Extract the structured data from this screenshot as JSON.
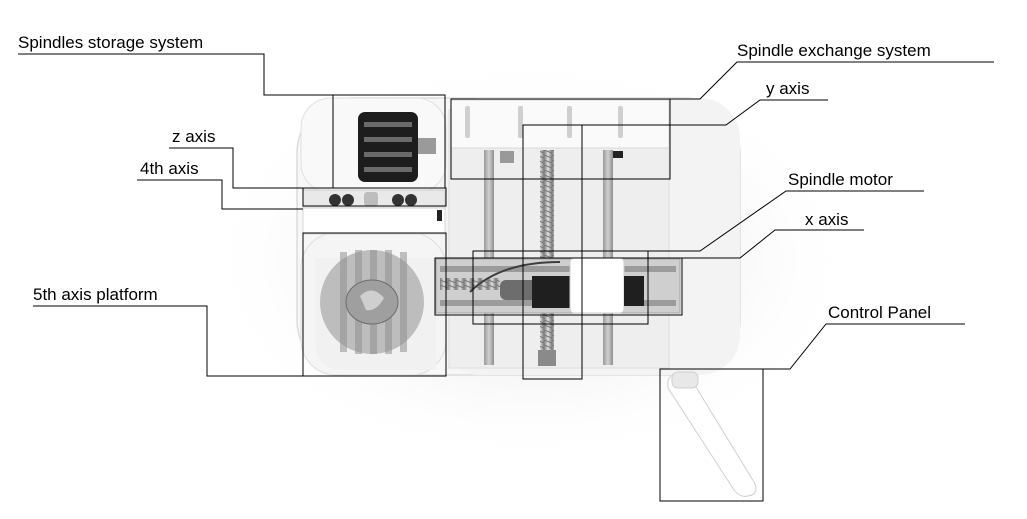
{
  "labels": {
    "spindles_storage": "Spindles storage system",
    "spindle_exchange": "Spindle exchange system",
    "y_axis": "y axis",
    "z_axis": "z axis",
    "fourth_axis": "4th axis",
    "spindle_motor": "Spindle motor",
    "x_axis": "x axis",
    "fifth_axis_platform": "5th axis platform",
    "control_panel": "Control Panel"
  },
  "colors": {
    "line": "#000000",
    "body": "#f6f6f6",
    "rail": "#a9a9a9",
    "dark": "#1c1c1c"
  }
}
